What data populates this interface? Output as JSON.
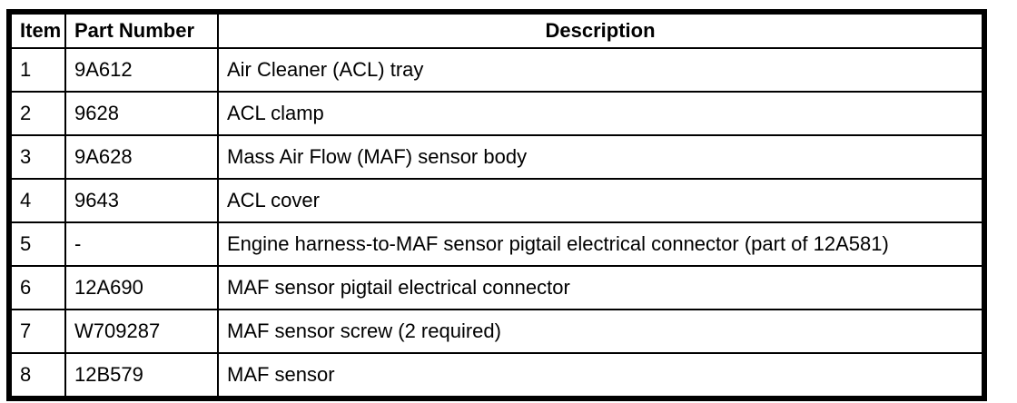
{
  "table": {
    "headers": {
      "item": "Item",
      "part_number": "Part Number",
      "description": "Description"
    },
    "rows": [
      {
        "item": "1",
        "part_number": "9A612",
        "description": "Air Cleaner (ACL) tray"
      },
      {
        "item": "2",
        "part_number": "9628",
        "description": "ACL clamp"
      },
      {
        "item": "3",
        "part_number": "9A628",
        "description": "Mass Air Flow (MAF) sensor body"
      },
      {
        "item": "4",
        "part_number": "9643",
        "description": "ACL cover"
      },
      {
        "item": "5",
        "part_number": "-",
        "description": "Engine harness-to-MAF sensor pigtail electrical connector (part of 12A581)"
      },
      {
        "item": "6",
        "part_number": "12A690",
        "description": "MAF sensor pigtail electrical connector"
      },
      {
        "item": "7",
        "part_number": "W709287",
        "description": "MAF sensor screw (2 required)"
      },
      {
        "item": "8",
        "part_number": "12B579",
        "description": "MAF sensor"
      }
    ],
    "colors": {
      "border": "#000000",
      "text": "#000000",
      "background": "#ffffff"
    }
  }
}
